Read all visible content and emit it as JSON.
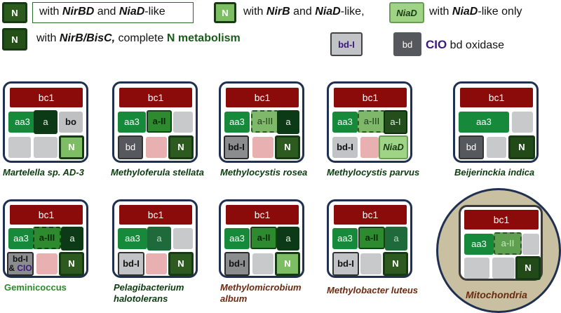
{
  "legend": {
    "n_label": "N",
    "row1": [
      {
        "pre": "with ",
        "a": "NirBD",
        "mid": " and ",
        "b": "NiaD",
        "post": "-like"
      },
      {
        "pre": "with ",
        "a": "NirB",
        "mid": " and ",
        "b": "NiaD",
        "post": "-like,"
      },
      {
        "box": "NiaD",
        "pre": "with ",
        "b": "NiaD",
        "post": "-like only"
      }
    ],
    "row2": {
      "pre": "with ",
      "a": "NirB/BisC,",
      "mid": " complete ",
      "b": "N metabolism"
    },
    "bdi_box": "bd-I",
    "bd_box": "bd",
    "cio": "CIO",
    "cio_rest": " bd oxidase"
  },
  "organisms": [
    {
      "name": "Martelella sp. AD-3",
      "cells": {
        "bc1": "bc1",
        "aa3": "aa3",
        "a": "a",
        "bo": "bo",
        "N": "N"
      }
    },
    {
      "name": "Methyloferula stellata",
      "cells": {
        "bc1": "bc1",
        "aa3": "aa3",
        "a2": "a-II",
        "bd": "bd",
        "N": "N"
      }
    },
    {
      "name": "Methylocystis rosea",
      "cells": {
        "bc1": "bc1",
        "aa3": "aa3",
        "a3": "a-III",
        "a": "a",
        "bd1": "bd-I",
        "N": "N"
      }
    },
    {
      "name": "Methylocystis parvus",
      "cells": {
        "bc1": "bc1",
        "aa3": "aa3",
        "a3": "a-III",
        "a1": "a-I",
        "bd1": "bd-I",
        "niad": "NiaD"
      }
    },
    {
      "name": "Beijerinckia indica",
      "cells": {
        "bc1": "bc1",
        "aa3": "aa3",
        "bd": "bd",
        "N": "N"
      }
    },
    {
      "name": "Geminicoccus",
      "cells": {
        "bc1": "bc1",
        "aa3": "aa3",
        "a3": "a-III",
        "a": "a",
        "bd1": "bd-I",
        "amp": "& ",
        "cio": "CIO",
        "N": "N"
      }
    },
    {
      "name_l1": "Pelagibacterium",
      "name_l2": "halotolerans",
      "cells": {
        "bc1": "bc1",
        "aa3": "aa3",
        "a": "a",
        "bd1": "bd-I",
        "N": "N"
      }
    },
    {
      "name_l1": "Methylomicrobium",
      "name_l2": "album",
      "cells": {
        "bc1": "bc1",
        "aa3": "aa3",
        "a2": "a-II",
        "a": "a",
        "bd1": "bd-I",
        "N": "N"
      }
    },
    {
      "name": "Methylobacter luteus",
      "cells": {
        "bc1": "bc1",
        "aa3": "aa3",
        "a2": "a-II",
        "a": "a",
        "bd1": "bd-I",
        "N": "N"
      }
    },
    {
      "name": "Mitochondria",
      "cells": {
        "bc1": "bc1",
        "aa3": "aa3",
        "a2": "a-II",
        "N": "N"
      }
    }
  ],
  "colors": {
    "card_border": "#1f3050",
    "bc1": "#8b0a0a",
    "aa3": "#168a3a",
    "caption_green": "#0c3a10",
    "caption_brown": "#6a2a10",
    "caption_light_green": "#2a8a2a",
    "cio": "#3a1a7a",
    "mito_bg": "#c8c0a0"
  },
  "icons": [
    "dashed-box-cell",
    "rounded-square-chip"
  ]
}
